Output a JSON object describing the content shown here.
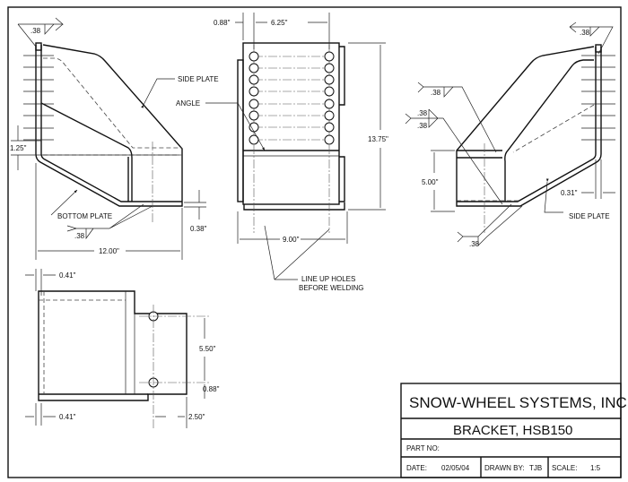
{
  "title_block": {
    "company": "SNOW-WHEEL SYSTEMS, INC",
    "part_name": "BRACKET, HSB150",
    "part_no_label": "PART NO:",
    "part_no_value": "",
    "date_label": "DATE:",
    "date_value": "02/05/04",
    "drawn_by_label": "DRAWN BY:",
    "drawn_by_value": "TJB",
    "scale_label": "SCALE:",
    "scale_value": "1:5"
  },
  "left_view": {
    "weld_top": ".38",
    "side_plate": "SIDE PLATE",
    "dim_1_25": "1.25\"",
    "bottom_plate": "BOTTOM PLATE",
    "weld_bottom": ".38",
    "dim_0_38": "0.38\"",
    "dim_12_00": "12.00\""
  },
  "front_view": {
    "angle": "ANGLE",
    "dim_0_88": "0.88\"",
    "dim_6_25": "6.25\"",
    "dim_13_75": "13.75\"",
    "dim_9_00": "9.00\"",
    "note_line1": "LINE UP HOLES",
    "note_line2": "BEFORE WELDING"
  },
  "right_view": {
    "weld_top": ".38",
    "weld_mid": ".38",
    "weld_double_top": ".38",
    "weld_double_bottom": ".38",
    "dim_5_00": "5.00\"",
    "dim_0_31": "0.31\"",
    "side_plate": "SIDE PLATE",
    "weld_bottom": ".38"
  },
  "bottom_view": {
    "dim_0_41_top": "0.41\"",
    "dim_5_50": "5.50\"",
    "dim_0_88": "0.88\"",
    "dim_0_41_bottom": "0.41\"",
    "dim_2_50": "2.50\""
  }
}
